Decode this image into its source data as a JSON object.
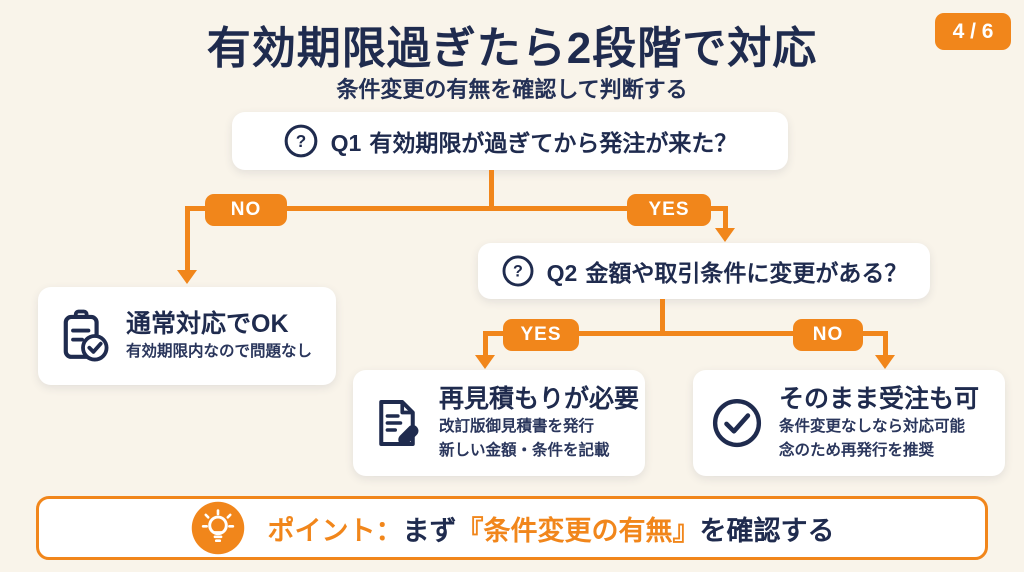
{
  "page": {
    "title": "有効期限過ぎたら2段階で対応",
    "subtitle": "条件変更の有無を確認して判断する",
    "page_indicator": "4 / 6"
  },
  "colors": {
    "accent_orange": "#F1861B",
    "navy": "#1F2B4E",
    "background": "#F9F4EA",
    "card_white": "#FFFFFF"
  },
  "icons": {
    "q1_icon": "question-circle",
    "q2_icon": "question-circle",
    "normal_icon": "clipboard-check",
    "requote_icon": "document-edit",
    "accept_icon": "check-circle",
    "point_icon": "lightbulb"
  },
  "flowchart": {
    "q1": {
      "id": "Q1",
      "question": "有効期限が過ぎてから発注が来た？"
    },
    "q1_branch_no": "NO",
    "q1_branch_yes": "YES",
    "normal_box": {
      "title": "通常対応でOK",
      "desc": "有効期限内なので問題なし"
    },
    "q2": {
      "id": "Q2",
      "question": "金額や取引条件に変更がある？"
    },
    "q2_branch_yes": "YES",
    "q2_branch_no": "NO",
    "requote_box": {
      "title": "再見積もりが必要",
      "lines": [
        "改訂版御見積書を発行",
        "新しい金額・条件を記載"
      ]
    },
    "accept_box": {
      "title": "そのまま受注も可",
      "lines": [
        "条件変更なしなら対応可能",
        "念のため再発行を推奨"
      ]
    }
  },
  "point_bar": {
    "label": "ポイント：",
    "text_prefix": "まず",
    "highlight": "『条件変更の有無』",
    "text_suffix": "を確認する"
  }
}
